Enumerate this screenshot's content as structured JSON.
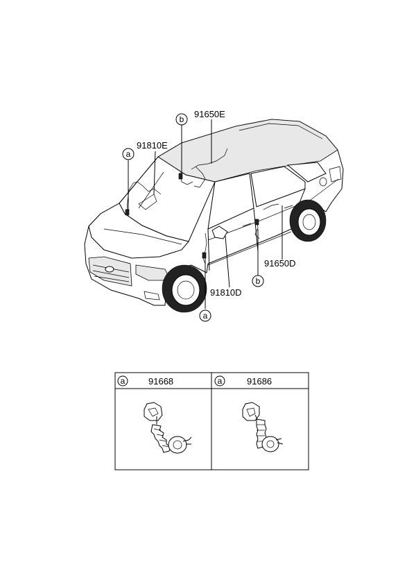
{
  "callouts": {
    "a": "a",
    "b": "b"
  },
  "part_numbers": {
    "p91650E": "91650E",
    "p91810E": "91810E",
    "p91650D": "91650D",
    "p91810D": "91810D"
  },
  "legend_table": {
    "cells": [
      {
        "letter": "a",
        "part": "91668"
      },
      {
        "letter": "a",
        "part": "91686"
      }
    ]
  }
}
